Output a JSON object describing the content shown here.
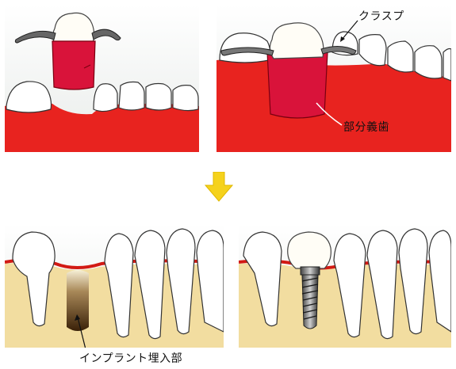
{
  "labels": {
    "clasp": "クラスプ",
    "partial_denture": "部分義歯",
    "implant_site": "インプラント埋入部"
  },
  "colors": {
    "gum": "#e8231f",
    "denture_base": "#d9133a",
    "tooth": "#ffffff",
    "bone": "#f2dda0",
    "arrow": "#f5d21c",
    "panel_bg": "#eef0ee"
  },
  "icons": {
    "transition": "arrow-down-icon"
  }
}
